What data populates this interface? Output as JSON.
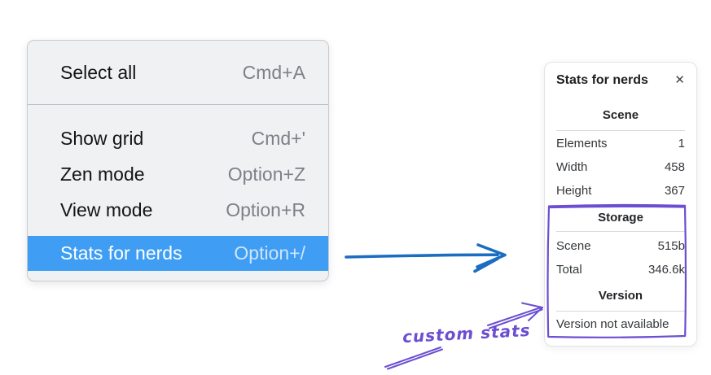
{
  "context_menu": {
    "items": [
      {
        "label": "Select all",
        "shortcut": "Cmd+A"
      },
      {
        "label": "Show grid",
        "shortcut": "Cmd+'"
      },
      {
        "label": "Zen mode",
        "shortcut": "Option+Z"
      },
      {
        "label": "View mode",
        "shortcut": "Option+R"
      },
      {
        "label": "Stats for nerds",
        "shortcut": "Option+/"
      }
    ],
    "highlighted_item": "Stats for nerds",
    "highlight_color": "#3f9ef4"
  },
  "stats_panel": {
    "title": "Stats for nerds",
    "close_icon": "✕",
    "sections": [
      {
        "heading": "Scene",
        "rows": [
          [
            "Elements",
            "1"
          ],
          [
            "Width",
            "458"
          ],
          [
            "Height",
            "367"
          ]
        ]
      },
      {
        "heading": "Storage",
        "rows": [
          [
            "Scene",
            "515b"
          ],
          [
            "Total",
            "346.6k"
          ]
        ]
      },
      {
        "heading": "Version",
        "note": "Version not available"
      }
    ]
  },
  "annotations": {
    "label": "custom stats",
    "purple_color": "#6c4ed2",
    "blue_color": "#1a6dc1"
  }
}
